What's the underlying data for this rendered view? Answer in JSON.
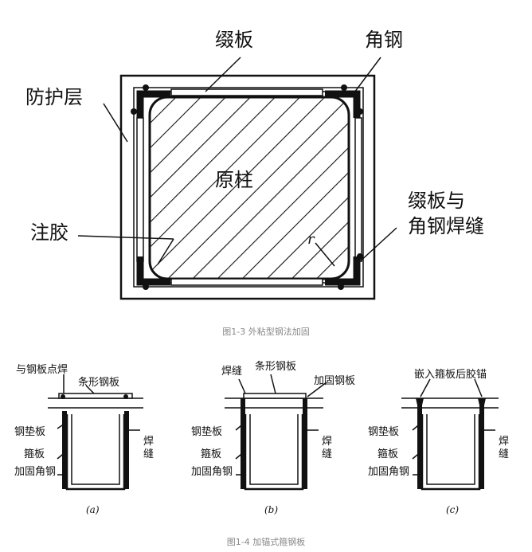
{
  "fig13": {
    "labels": {
      "plate": "缀板",
      "angle": "角钢",
      "cover": "防护层",
      "column": "原柱",
      "glue": "注胶",
      "weld_line1": "缀板与",
      "weld_line2": "角钢焊缝",
      "r": "r"
    },
    "caption": "图1-3 外粘型钢法加固"
  },
  "fig14": {
    "a": {
      "top_left": "与钢板点焊",
      "top_mid": "条形钢板",
      "pad": "钢垫板",
      "hoop": "箍板",
      "angle": "加固角钢",
      "weld1": "焊",
      "weld2": "缝",
      "sub": "(a)"
    },
    "b": {
      "top_left": "焊缝",
      "top_mid": "条形钢板",
      "top_right": "加固钢板",
      "pad": "钢垫板",
      "hoop": "箍板",
      "angle": "加固角钢",
      "weld1": "焊",
      "weld2": "缝",
      "sub": "(b)"
    },
    "c": {
      "top": "嵌入箍板后胶锚",
      "pad": "钢垫板",
      "hoop": "箍板",
      "angle": "加固角钢",
      "weld1": "焊",
      "weld2": "缝",
      "sub": "(c)"
    },
    "caption": "图1-4 加锚式箍钢板"
  }
}
